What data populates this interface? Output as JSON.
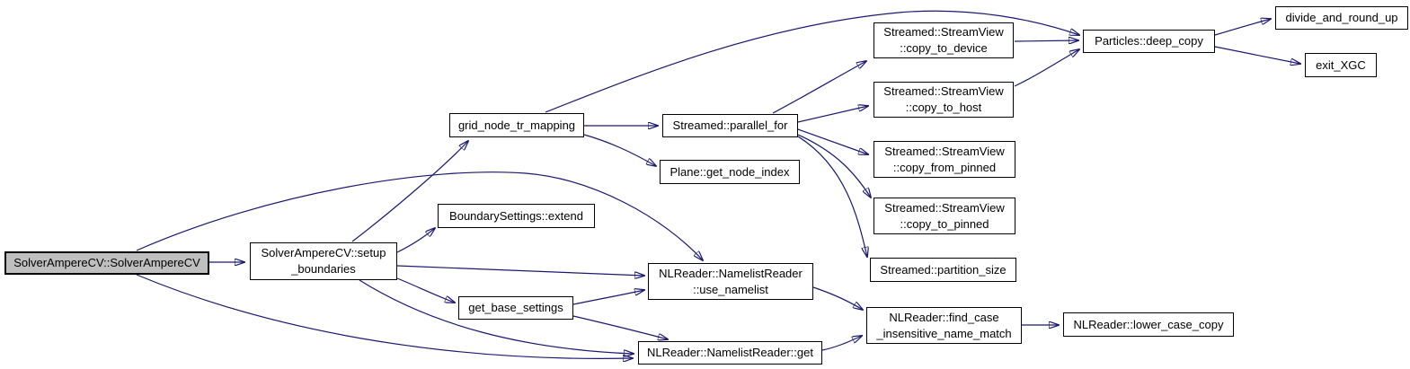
{
  "diagram": {
    "type": "doxygen-call-graph",
    "root": "SolverAmpereCV::SolverAmpereCV",
    "colors": {
      "edge": "#191970",
      "node_fill": "#ffffff",
      "node_border": "#000000",
      "root_node_fill": "#bfbfbf",
      "text": "#000000",
      "background": "#ffffff"
    },
    "nodes": [
      {
        "id": "ctor",
        "label": "SolverAmpereCV::SolverAmpereCV",
        "highlighted": true
      },
      {
        "id": "setup_boundaries",
        "label": "SolverAmpereCV::setup\n_boundaries"
      },
      {
        "id": "extend",
        "label": "BoundarySettings::extend"
      },
      {
        "id": "grid_node_tr_mapping",
        "label": "grid_node_tr_mapping"
      },
      {
        "id": "get_base_settings",
        "label": "get_base_settings"
      },
      {
        "id": "parallel_for",
        "label": "Streamed::parallel_for"
      },
      {
        "id": "get_node_index",
        "label": "Plane::get_node_index"
      },
      {
        "id": "use_namelist",
        "label": "NLReader::NamelistReader\n::use_namelist"
      },
      {
        "id": "namelist_get",
        "label": "NLReader::NamelistReader::get"
      },
      {
        "id": "copy_to_device",
        "label": "Streamed::StreamView\n::copy_to_device"
      },
      {
        "id": "copy_to_host",
        "label": "Streamed::StreamView\n::copy_to_host"
      },
      {
        "id": "copy_from_pinned",
        "label": "Streamed::StreamView\n::copy_from_pinned"
      },
      {
        "id": "copy_to_pinned",
        "label": "Streamed::StreamView\n::copy_to_pinned"
      },
      {
        "id": "partition_size",
        "label": "Streamed::partition_size"
      },
      {
        "id": "find_case",
        "label": "NLReader::find_case\n_insensitive_name_match"
      },
      {
        "id": "deep_copy",
        "label": "Particles::deep_copy"
      },
      {
        "id": "divide_and_round_up",
        "label": "divide_and_round_up"
      },
      {
        "id": "exit_xgc",
        "label": "exit_XGC"
      },
      {
        "id": "lower_case_copy",
        "label": "NLReader::lower_case_copy"
      }
    ],
    "edges": [
      {
        "from": "ctor",
        "to": "setup_boundaries"
      },
      {
        "from": "ctor",
        "to": "use_namelist"
      },
      {
        "from": "ctor",
        "to": "namelist_get"
      },
      {
        "from": "setup_boundaries",
        "to": "grid_node_tr_mapping"
      },
      {
        "from": "setup_boundaries",
        "to": "extend"
      },
      {
        "from": "setup_boundaries",
        "to": "use_namelist"
      },
      {
        "from": "setup_boundaries",
        "to": "get_base_settings"
      },
      {
        "from": "setup_boundaries",
        "to": "namelist_get"
      },
      {
        "from": "get_base_settings",
        "to": "use_namelist"
      },
      {
        "from": "get_base_settings",
        "to": "namelist_get"
      },
      {
        "from": "grid_node_tr_mapping",
        "to": "parallel_for"
      },
      {
        "from": "grid_node_tr_mapping",
        "to": "get_node_index"
      },
      {
        "from": "grid_node_tr_mapping",
        "to": "deep_copy"
      },
      {
        "from": "parallel_for",
        "to": "copy_to_device"
      },
      {
        "from": "parallel_for",
        "to": "copy_to_host"
      },
      {
        "from": "parallel_for",
        "to": "copy_from_pinned"
      },
      {
        "from": "parallel_for",
        "to": "copy_to_pinned"
      },
      {
        "from": "parallel_for",
        "to": "partition_size"
      },
      {
        "from": "copy_to_device",
        "to": "deep_copy"
      },
      {
        "from": "copy_to_host",
        "to": "deep_copy"
      },
      {
        "from": "deep_copy",
        "to": "divide_and_round_up"
      },
      {
        "from": "deep_copy",
        "to": "exit_xgc"
      },
      {
        "from": "use_namelist",
        "to": "find_case"
      },
      {
        "from": "namelist_get",
        "to": "find_case"
      },
      {
        "from": "find_case",
        "to": "lower_case_copy"
      }
    ]
  }
}
